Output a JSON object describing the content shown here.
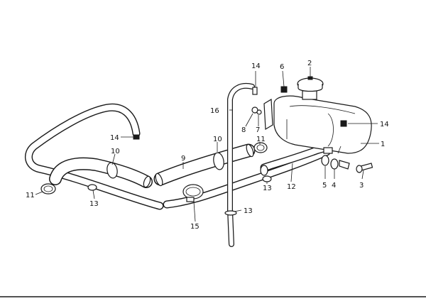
{
  "callouts": [
    {
      "id": "c1",
      "text": "1"
    },
    {
      "id": "c2",
      "text": "2"
    },
    {
      "id": "c3",
      "text": "3"
    },
    {
      "id": "c4",
      "text": "4"
    },
    {
      "id": "c5",
      "text": "5"
    },
    {
      "id": "c6",
      "text": "6"
    },
    {
      "id": "c7",
      "text": "7"
    },
    {
      "id": "c8",
      "text": "8"
    },
    {
      "id": "c9",
      "text": "9"
    },
    {
      "id": "c10a",
      "text": "10"
    },
    {
      "id": "c10b",
      "text": "10"
    },
    {
      "id": "c11a",
      "text": "11"
    },
    {
      "id": "c11b",
      "text": "11"
    },
    {
      "id": "c12",
      "text": "12"
    },
    {
      "id": "c13a",
      "text": "13"
    },
    {
      "id": "c13b",
      "text": "13"
    },
    {
      "id": "c13c",
      "text": "13"
    },
    {
      "id": "c14a",
      "text": "14"
    },
    {
      "id": "c14b",
      "text": "14"
    },
    {
      "id": "c14c",
      "text": "14"
    },
    {
      "id": "c15",
      "text": "15"
    },
    {
      "id": "c16",
      "text": "16"
    }
  ]
}
